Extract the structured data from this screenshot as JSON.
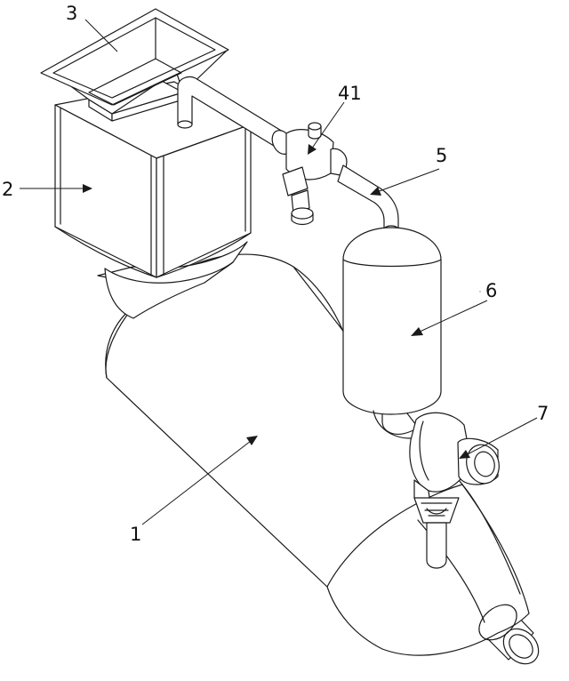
{
  "labels": {
    "tank": "1",
    "bin": "2",
    "hopper": "3",
    "valve": "41",
    "pipe": "5",
    "canister": "6",
    "fan": "7"
  }
}
